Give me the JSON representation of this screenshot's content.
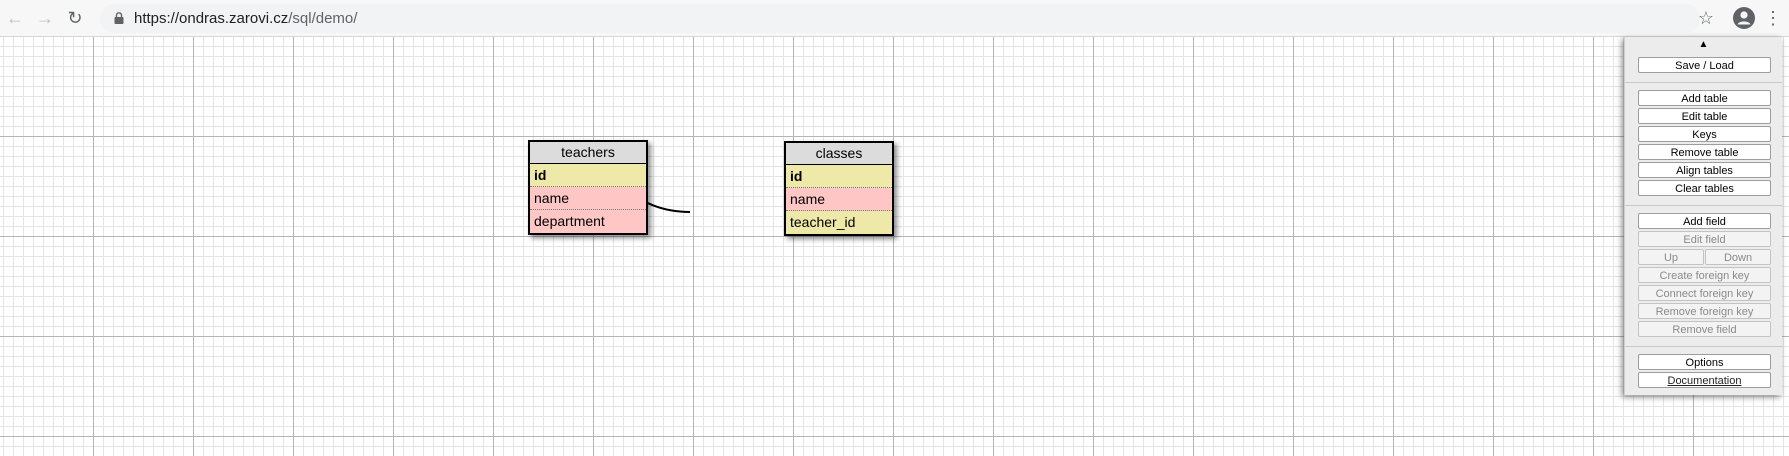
{
  "browser": {
    "url_host": "https://ondras.zarovi.cz",
    "url_path": "/sql/demo/"
  },
  "tables": [
    {
      "title": "teachers",
      "fields": [
        {
          "name": "id",
          "kind": "primary"
        },
        {
          "name": "name",
          "kind": "plain"
        },
        {
          "name": "department",
          "kind": "plain"
        }
      ]
    },
    {
      "title": "classes",
      "fields": [
        {
          "name": "id",
          "kind": "primary"
        },
        {
          "name": "name",
          "kind": "plain"
        },
        {
          "name": "teacher_id",
          "kind": "foreign"
        }
      ]
    }
  ],
  "panel": {
    "collapse_glyph": "▲",
    "save_load": "Save / Load",
    "add_table": "Add table",
    "edit_table": "Edit table",
    "keys": "Keys",
    "remove_table": "Remove table",
    "align_tables": "Align tables",
    "clear_tables": "Clear tables",
    "add_field": "Add field",
    "edit_field": "Edit field",
    "up": "Up",
    "down": "Down",
    "create_foreign_key": "Create foreign key",
    "connect_foreign_key": "Connect foreign key",
    "remove_foreign_key": "Remove foreign key",
    "remove_field": "Remove field",
    "options": "Options",
    "documentation": "Documentation"
  },
  "colors": {
    "primary_key_row": "#efe9a9",
    "plain_row": "#ffc6c6",
    "table_title": "#dcdcdc"
  }
}
